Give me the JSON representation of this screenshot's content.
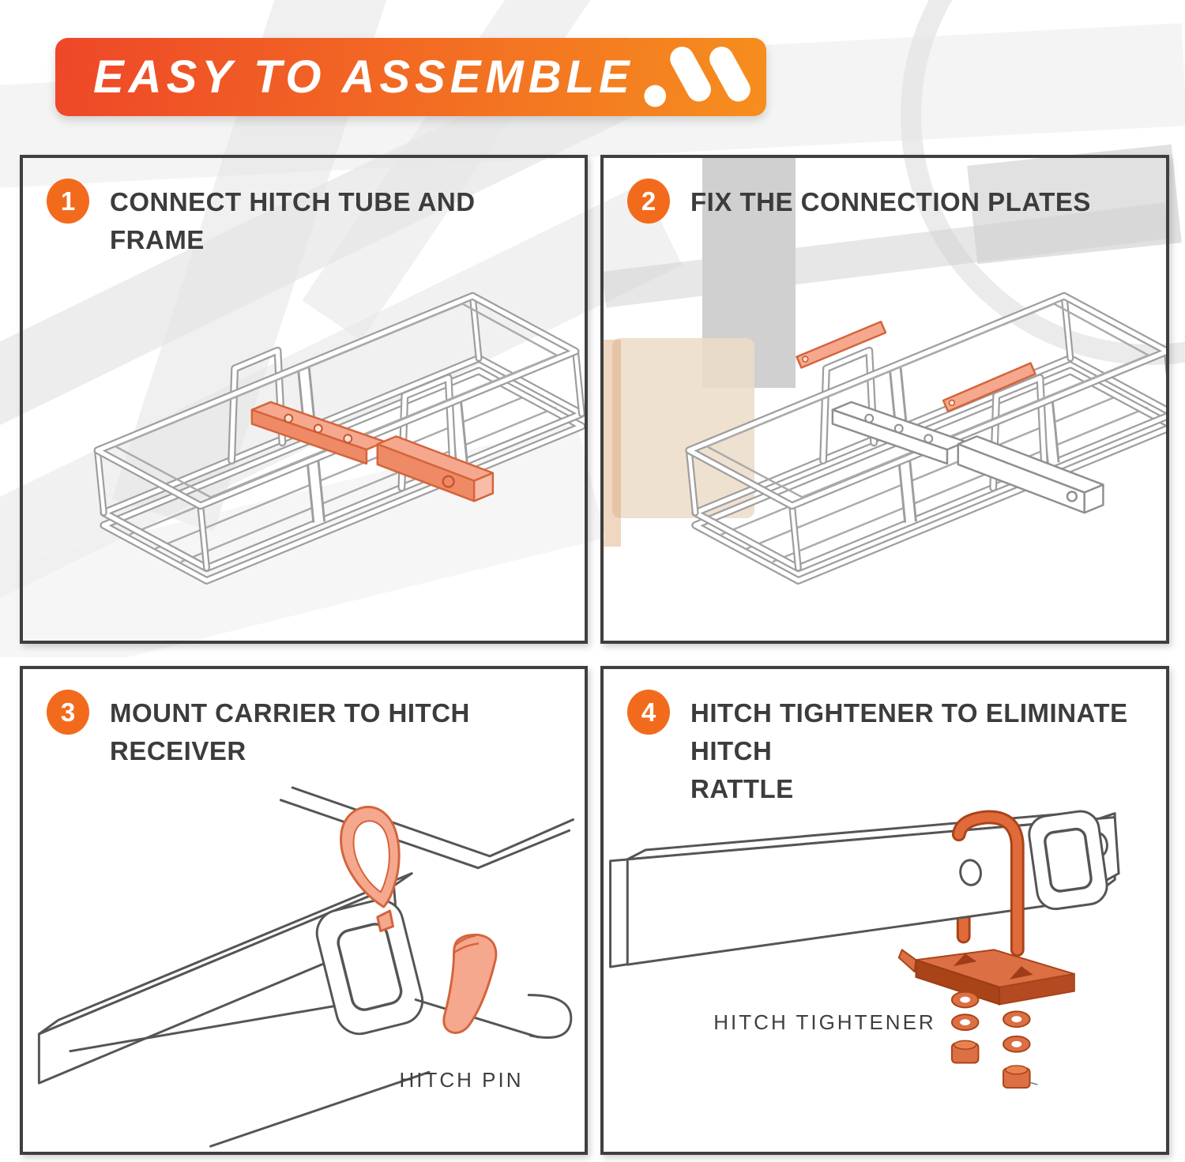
{
  "banner": {
    "title": "EASY TO ASSEMBLE"
  },
  "icons": {
    "brand_logo": "dot-molecule-logo"
  },
  "colors": {
    "accent": "#f26b1d",
    "banner-start": "#ee4728",
    "banner-end": "#f68e1e",
    "text-dark": "#3c3c3c",
    "panel-border": "#3f3f3f",
    "line-gray": "#9e9e9e",
    "dark-line": "#555555",
    "salmon-fill": "#f5a88d",
    "salmon-stroke": "#d4643c",
    "deep-orange": "#dd6f45",
    "deep-stroke": "#a84418"
  },
  "steps": [
    {
      "number": "1",
      "title": "CONNECT HITCH TUBE AND FRAME"
    },
    {
      "number": "2",
      "title": "FIX THE CONNECTION PLATES"
    },
    {
      "number": "3",
      "title": "MOUNT CARRIER TO HITCH RECEIVER",
      "caption": "HITCH PIN"
    },
    {
      "number": "4",
      "title": "HITCH TIGHTENER TO ELIMINATE HITCH\nRATTLE",
      "caption": "HITCH TIGHTENER"
    }
  ]
}
